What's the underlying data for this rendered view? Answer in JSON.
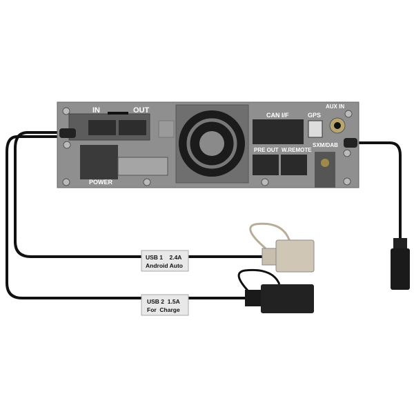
{
  "panel": {
    "hdmi_in": "IN",
    "hdmi_out": "OUT",
    "power": "POWER",
    "can": "CAN I/F",
    "gps": "GPS",
    "aux": "AUX IN",
    "pre_out": "PRE OUT",
    "w_remote": "W.REMOTE",
    "sxm": "SXM/DAB"
  },
  "cables": {
    "usb1_line1": "USB 1    2.4A",
    "usb1_line2": "Android Auto",
    "usb2_line1": "USB 2  1.5A",
    "usb2_line2": "For  Charge"
  },
  "colors": {
    "panel": "#8c8c8c",
    "beige": "#c9bfae",
    "cable": "#111111"
  }
}
